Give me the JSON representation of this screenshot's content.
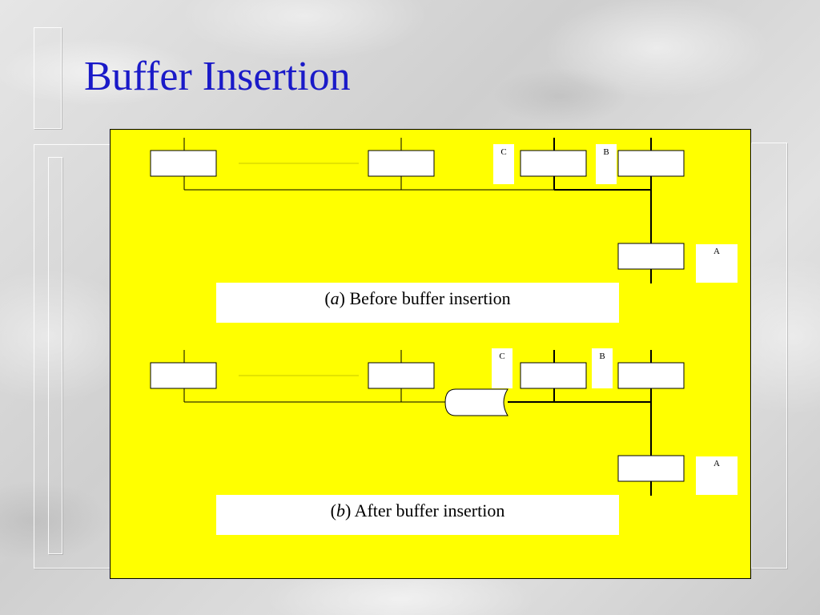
{
  "title": "Buffer Insertion",
  "colors": {
    "title": "#1a1ac8",
    "figure_bg": "#ffff00"
  },
  "diagram_a": {
    "caption_letter": "a",
    "caption_text": " Before buffer insertion",
    "labels": {
      "c": "C",
      "b": "B",
      "a": "A"
    }
  },
  "diagram_b": {
    "caption_letter": "b",
    "caption_text": " After buffer insertion",
    "labels": {
      "c": "C",
      "b": "B",
      "a": "A"
    }
  }
}
